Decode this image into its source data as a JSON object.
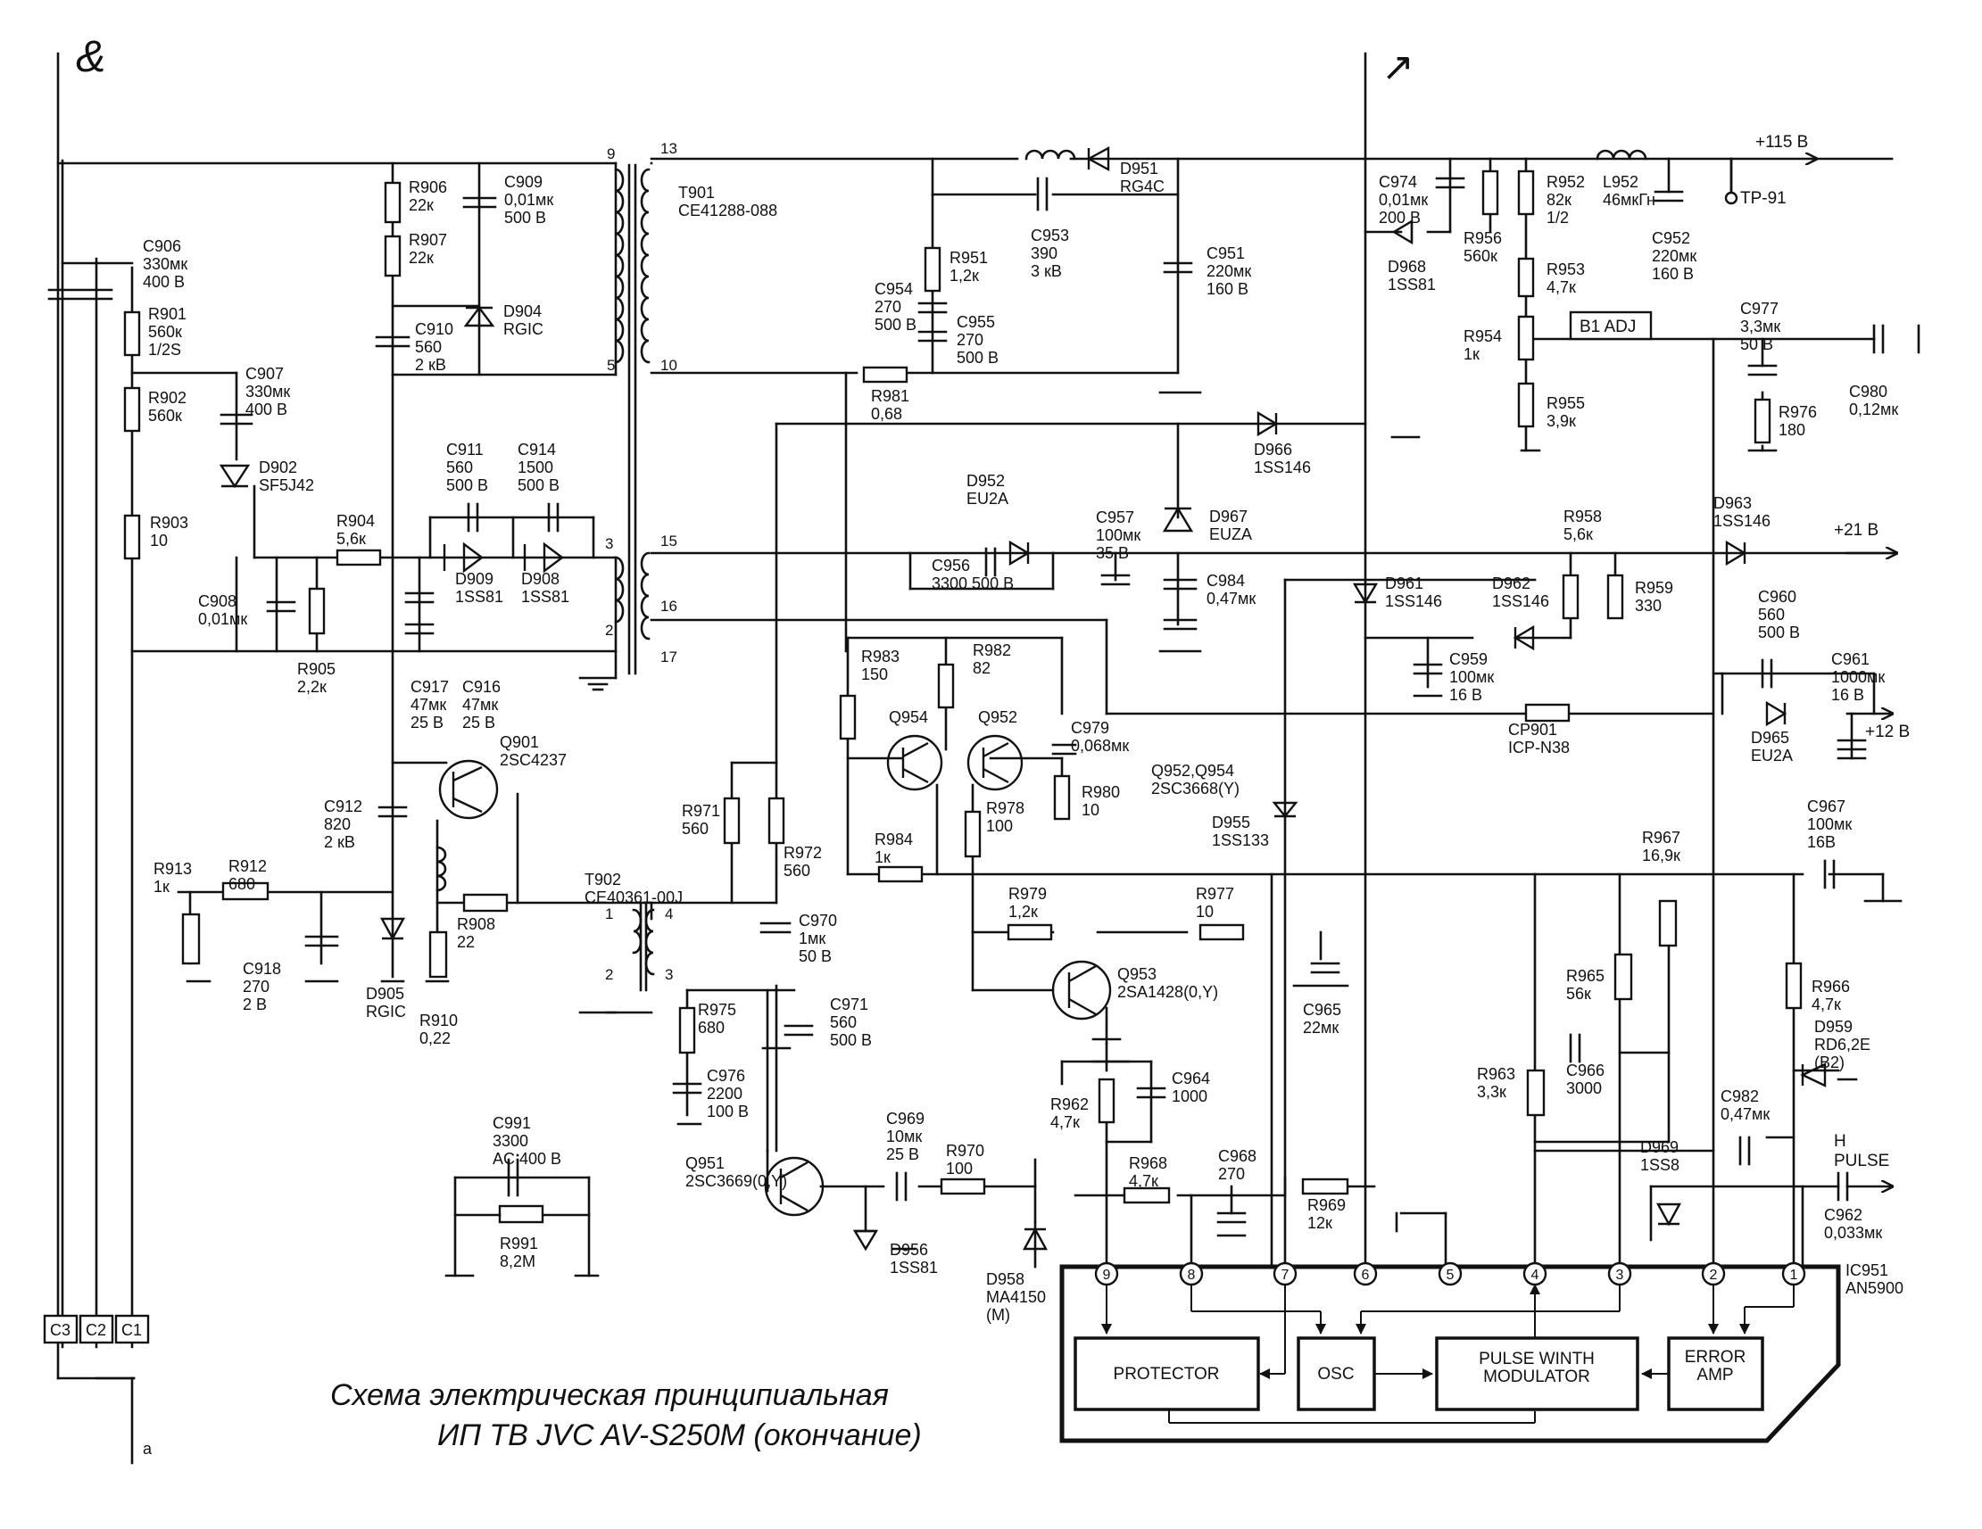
{
  "caption": {
    "line1": "Схема электрическая принципиальная",
    "line2": "ИП ТВ JVC AV-S250M (окончание)"
  },
  "marks": {
    "left": "&",
    "right": "↗",
    "margin": "a"
  },
  "rails": [
    {
      "name": "rail-115v",
      "label": "+115 В"
    },
    {
      "name": "rail-21v",
      "label": "+21 В"
    },
    {
      "name": "rail-12v",
      "label": "+12 В"
    },
    {
      "name": "testpoint",
      "label": "TP-91"
    },
    {
      "name": "h-pulse",
      "label": "H\nPULSE"
    },
    {
      "name": "b1-adj",
      "label": "B1 ADJ"
    }
  ],
  "connectors": [
    "C3",
    "C2",
    "C1"
  ],
  "transformers": [
    {
      "ref": "T901",
      "part": "CE41288-088"
    },
    {
      "ref": "T902",
      "part": "CE40361-00J"
    }
  ],
  "pin_numbers_t901": [
    "9",
    "5",
    "3",
    "2",
    "13",
    "10",
    "15",
    "16",
    "17"
  ],
  "pin_numbers_t902": [
    "1",
    "2",
    "4",
    "3"
  ],
  "components": [
    {
      "name": "c906",
      "label": "C906\n330мк\n400 В"
    },
    {
      "name": "r901",
      "label": "R901\n560к\n1/2S"
    },
    {
      "name": "r902",
      "label": "R902\n560к"
    },
    {
      "name": "c907",
      "label": "C907\n330мк\n400 В"
    },
    {
      "name": "d902",
      "label": "D902\nSF5J42"
    },
    {
      "name": "r903",
      "label": "R903\n10"
    },
    {
      "name": "c908",
      "label": "C908\n0,01мк"
    },
    {
      "name": "r905",
      "label": "R905\n2,2к"
    },
    {
      "name": "r904",
      "label": "R904\n5,6к"
    },
    {
      "name": "r906",
      "label": "R906\n22к"
    },
    {
      "name": "r907",
      "label": "R907\n22к"
    },
    {
      "name": "c909",
      "label": "C909\n0,01мк\n500 В"
    },
    {
      "name": "c910",
      "label": "C910\n560\n2 кВ"
    },
    {
      "name": "d904",
      "label": "D904\nRGIC"
    },
    {
      "name": "c911",
      "label": "C911\n560\n500 В"
    },
    {
      "name": "c914",
      "label": "C914\n1500\n500 В"
    },
    {
      "name": "d909",
      "label": "D909\n1SS81"
    },
    {
      "name": "d908",
      "label": "D908\n1SS81"
    },
    {
      "name": "c917",
      "label": "C917\n47мк\n25 В"
    },
    {
      "name": "c916",
      "label": "C916\n47мк\n25 В"
    },
    {
      "name": "q901",
      "label": "Q901\n2SC4237"
    },
    {
      "name": "c912",
      "label": "C912\n820\n2 кВ"
    },
    {
      "name": "r913",
      "label": "R913\n1к"
    },
    {
      "name": "r912",
      "label": "R912\n680"
    },
    {
      "name": "c918",
      "label": "C918\n270\n2 В"
    },
    {
      "name": "d905",
      "label": "D905\nRGIC"
    },
    {
      "name": "r908",
      "label": "R908\n22"
    },
    {
      "name": "r910",
      "label": "R910\n0,22"
    },
    {
      "name": "c991",
      "label": "C991\n3300\nAC 400 В"
    },
    {
      "name": "r991",
      "label": "R991\n8,2M"
    },
    {
      "name": "d951",
      "label": "D951\nRG4C"
    },
    {
      "name": "c953",
      "label": "C953\n390\n3 кВ"
    },
    {
      "name": "r951",
      "label": "R951\n1,2к"
    },
    {
      "name": "c954",
      "label": "C954\n270\n500 В"
    },
    {
      "name": "c955",
      "label": "C955\n270\n500 В"
    },
    {
      "name": "c951",
      "label": "C951\n220мк\n160 В"
    },
    {
      "name": "r981",
      "label": "R981\n0,68"
    },
    {
      "name": "d966",
      "label": "D966\n1SS146"
    },
    {
      "name": "d952",
      "label": "D952\nEU2A"
    },
    {
      "name": "c956",
      "label": "C956\n3300    500 В"
    },
    {
      "name": "c957",
      "label": "C957\n100мк\n35 В"
    },
    {
      "name": "d967",
      "label": "D967\nEUZA"
    },
    {
      "name": "c984",
      "label": "C984\n0,47мк"
    },
    {
      "name": "c974",
      "label": "C974\n0,01мк\n200 В"
    },
    {
      "name": "d968",
      "label": "D968\n1SS81"
    },
    {
      "name": "r956",
      "label": "R956\n560к"
    },
    {
      "name": "r952",
      "label": "R952\n82к\n1/2"
    },
    {
      "name": "l952",
      "label": "L952\n46мкГн"
    },
    {
      "name": "c952",
      "label": "C952\n220мк\n160 В"
    },
    {
      "name": "r953",
      "label": "R953\n4,7к"
    },
    {
      "name": "r954",
      "label": "R954\n1к"
    },
    {
      "name": "r955",
      "label": "R955\n3,9к"
    },
    {
      "name": "c977",
      "label": "C977\n3,3мк\n50 В"
    },
    {
      "name": "c980",
      "label": "C980\n0,12мк"
    },
    {
      "name": "r976",
      "label": "R976\n180"
    },
    {
      "name": "r958",
      "label": "R958\n5,6к"
    },
    {
      "name": "d963",
      "label": "D963\n1SS146"
    },
    {
      "name": "d961",
      "label": "D961\n1SS146"
    },
    {
      "name": "d962",
      "label": "D962\n1SS146"
    },
    {
      "name": "r959",
      "label": "R959\n330"
    },
    {
      "name": "c959",
      "label": "C959\n100мк\n16 В"
    },
    {
      "name": "c960",
      "label": "C960\n560\n500 В"
    },
    {
      "name": "c961",
      "label": "C961\n1000мк\n16 В"
    },
    {
      "name": "d965",
      "label": "D965\nEU2A"
    },
    {
      "name": "cp901",
      "label": "CP901\nICP-N38"
    },
    {
      "name": "r983",
      "label": "R983\n150"
    },
    {
      "name": "r982",
      "label": "R982\n82"
    },
    {
      "name": "q954",
      "label": "Q954"
    },
    {
      "name": "q952",
      "label": "Q952"
    },
    {
      "name": "c979",
      "label": "C979\n0,068мк"
    },
    {
      "name": "r980",
      "label": "R980\n10"
    },
    {
      "name": "q952-q954-type",
      "label": "Q952,Q954\n2SC3668(Y)"
    },
    {
      "name": "r978",
      "label": "R978\n100"
    },
    {
      "name": "r984",
      "label": "R984\n1к"
    },
    {
      "name": "d955",
      "label": "D955\n1SS133"
    },
    {
      "name": "r971",
      "label": "R971\n560"
    },
    {
      "name": "r972",
      "label": "R972\n560"
    },
    {
      "name": "c970",
      "label": "C970\n1мк\n50 В"
    },
    {
      "name": "r975",
      "label": "R975\n680"
    },
    {
      "name": "c971",
      "label": "C971\n560\n500 В"
    },
    {
      "name": "c976",
      "label": "C976\n2200\n100 В"
    },
    {
      "name": "r979",
      "label": "R979\n1,2к"
    },
    {
      "name": "r977",
      "label": "R977\n10"
    },
    {
      "name": "q953",
      "label": "Q953\n2SA1428(0,Y)"
    },
    {
      "name": "c965",
      "label": "C965\n22мк"
    },
    {
      "name": "c964",
      "label": "C964\n1000"
    },
    {
      "name": "r962",
      "label": "R962\n4,7к"
    },
    {
      "name": "q951",
      "label": "Q951\n2SC3669(0,Y)"
    },
    {
      "name": "c969",
      "label": "C969\n10мк\n25 В"
    },
    {
      "name": "r970",
      "label": "R970\n100"
    },
    {
      "name": "d956",
      "label": "D956\n1SS81"
    },
    {
      "name": "d958",
      "label": "D958\nMA4150\n(M)"
    },
    {
      "name": "r968",
      "label": "R968\n4,7к"
    },
    {
      "name": "c968",
      "label": "C968\n270"
    },
    {
      "name": "r969",
      "label": "R969\n12к"
    },
    {
      "name": "r967",
      "label": "R967\n16,9к"
    },
    {
      "name": "r965",
      "label": "R965\n56к"
    },
    {
      "name": "c966",
      "label": "C966\n3000"
    },
    {
      "name": "r963",
      "label": "R963\n3,3к"
    },
    {
      "name": "d969",
      "label": "D969\n1SS8"
    },
    {
      "name": "c967",
      "label": "C967\n100мк\n16В"
    },
    {
      "name": "r966",
      "label": "R966\n4,7к"
    },
    {
      "name": "d959",
      "label": "D959\nRD6,2E\n(B2)"
    },
    {
      "name": "c982",
      "label": "C982\n0,47мк"
    },
    {
      "name": "c962",
      "label": "C962\n0,033мк"
    },
    {
      "name": "ic951",
      "label": "IC951\nAN5900"
    }
  ],
  "ic951": {
    "pins": [
      "9",
      "8",
      "7",
      "6",
      "5",
      "4",
      "3",
      "2",
      "1"
    ],
    "blocks": [
      {
        "name": "protector-block",
        "label": "PROTECTOR"
      },
      {
        "name": "osc-block",
        "label": "OSC"
      },
      {
        "name": "pwm-block",
        "label": "PULSE WINTH\nMODULATOR"
      },
      {
        "name": "error-amp-block",
        "label": "ERROR\nAMP"
      }
    ]
  }
}
